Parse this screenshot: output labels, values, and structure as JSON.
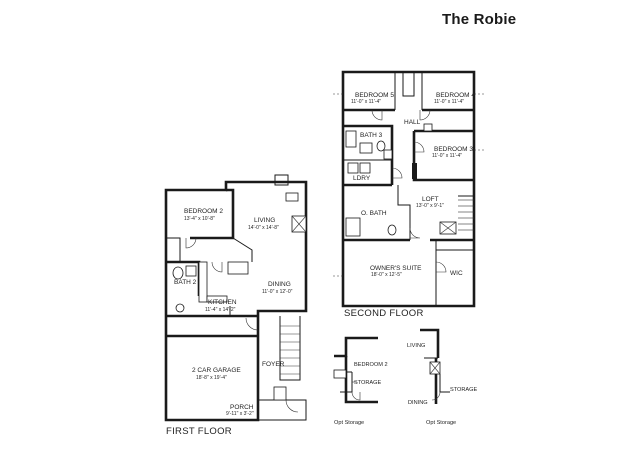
{
  "title": "The Robie",
  "first_floor": {
    "label": "FIRST FLOOR",
    "rooms": {
      "bedroom2": {
        "name": "BEDROOM 2",
        "dims": "13'-4\" x 10'-8\""
      },
      "living": {
        "name": "LIVING",
        "dims": "14'-0\" x 14'-8\""
      },
      "dining": {
        "name": "DINING",
        "dims": "11'-0\" x 12'-0\""
      },
      "bath2": {
        "name": "BATH 2"
      },
      "kitchen": {
        "name": "KITCHEN",
        "dims": "11'-4\" x 14'-2\""
      },
      "garage": {
        "name": "2 CAR GARAGE",
        "dims": "18'-8\" x 19'-4\""
      },
      "foyer": {
        "name": "FOYER"
      },
      "porch": {
        "name": "PORCH",
        "dims": "9'-11\" x 3'-2\""
      }
    }
  },
  "second_floor": {
    "label": "SECOND FLOOR",
    "rooms": {
      "bedroom5": {
        "name": "BEDROOM 5",
        "dims": "11'-0\" x 11'-4\""
      },
      "bedroom4": {
        "name": "BEDROOM 4",
        "dims": "11'-0\" x 11'-4\""
      },
      "hall": {
        "name": "HALL"
      },
      "bath3": {
        "name": "BATH 3"
      },
      "bedroom3": {
        "name": "BEDROOM 3",
        "dims": "11'-0\" x 11'-4\""
      },
      "ldry": {
        "name": "LDRY"
      },
      "loft": {
        "name": "LOFT",
        "dims": "13'-0\" x 9'-1\""
      },
      "obath": {
        "name": "O. BATH"
      },
      "suite": {
        "name": "OWNER'S SUITE",
        "dims": "18'-0\" x 12'-5\""
      },
      "wic": {
        "name": "WIC"
      }
    }
  },
  "options": [
    {
      "caption": "Opt Storage",
      "room_label": "BEDROOM 2",
      "storage_label": "STORAGE"
    },
    {
      "caption": "Opt Storage",
      "living_label": "LIVING",
      "dining_label": "DINING",
      "storage_label": "STORAGE"
    }
  ]
}
